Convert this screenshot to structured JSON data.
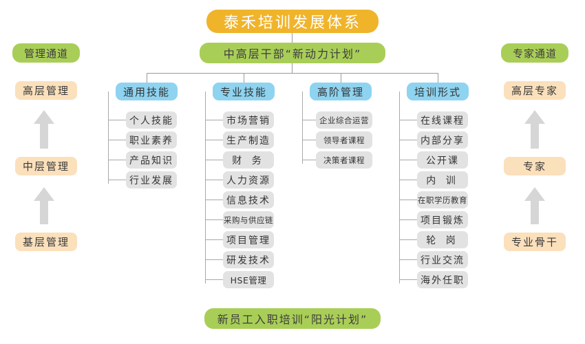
{
  "diagram": {
    "title": "泰禾培训发展体系",
    "subtitle": "中高层干部“新动力计划”",
    "footer": "新员工入职培训“阳光计划”",
    "colors": {
      "title_bg": "#F0B42B",
      "green_bg": "#A9CE57",
      "blue_bg": "#8ED3F0",
      "peach_bg": "#FBE0BC",
      "gray_bg": "#E2E2E2",
      "connector": "#9A9A9A",
      "arrow": "#D6D6D6"
    }
  },
  "left_track": {
    "header": "管理通道",
    "levels": [
      "高层管理",
      "中层管理",
      "基层管理"
    ]
  },
  "right_track": {
    "header": "专家通道",
    "levels": [
      "高层专家",
      "专家",
      "专业骨干"
    ]
  },
  "branches": [
    {
      "header": "通用技能",
      "items": [
        "个人技能",
        "职业素养",
        "产品知识",
        "行业发展"
      ]
    },
    {
      "header": "专业技能",
      "items": [
        "市场营销",
        "生产制造",
        "财 务",
        "人力资源",
        "信息技术",
        "采购与供应链",
        "项目管理",
        "研发技术",
        "HSE管理"
      ]
    },
    {
      "header": "高阶管理",
      "items": [
        "企业综合运营",
        "领导者课程",
        "决策者课程"
      ]
    },
    {
      "header": "培训形式",
      "items": [
        "在线课程",
        "内部分享",
        "公开课",
        "内 训",
        "在职学历教育",
        "项目锻炼",
        "轮 岗",
        "行业交流",
        "海外任职"
      ]
    }
  ]
}
